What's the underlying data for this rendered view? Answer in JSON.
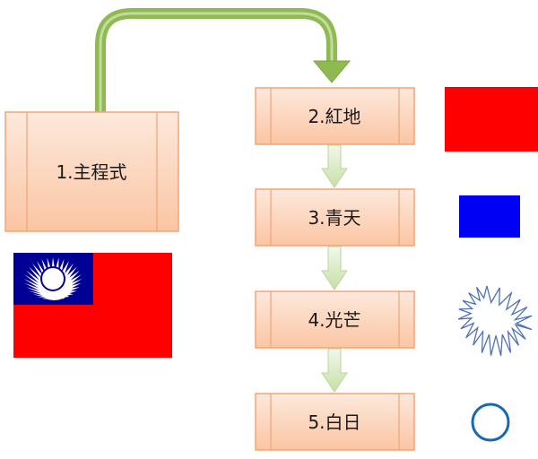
{
  "diagram": {
    "main_box": {
      "label": "1.主程式"
    },
    "steps": [
      {
        "label": "2.紅地",
        "swatch": "red-rectangle"
      },
      {
        "label": "3.青天",
        "swatch": "blue-rectangle"
      },
      {
        "label": "4.光芒",
        "swatch": "sun-rays-star"
      },
      {
        "label": "5.白日",
        "swatch": "white-circle"
      }
    ],
    "flag": {
      "icon": "roc-flag-icon"
    }
  },
  "colors": {
    "box_fill_top": "#fde6d8",
    "box_fill_bottom": "#fbc7a6",
    "box_border": "#f0a57a",
    "connector_green": "#8fba52",
    "connector_green_light": "#d9ecc2",
    "flag_red": "#fe0000",
    "flag_blue": "#000095",
    "swatch_red": "#fe0000",
    "swatch_blue": "#0000f5",
    "star_outline": "#4e72b6",
    "circle_outline": "#1769b4"
  }
}
